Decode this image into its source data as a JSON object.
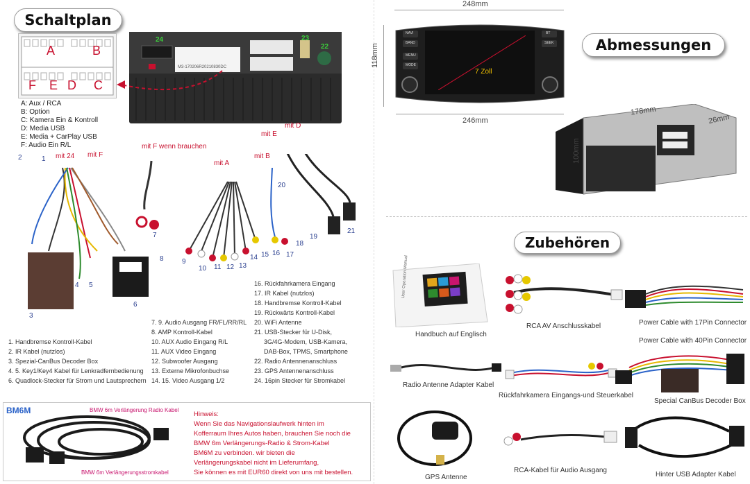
{
  "headers": {
    "schaltplan": "Schaltplan",
    "abmessungen": "Abmessungen",
    "zubehoeren": "Zubehören"
  },
  "connector_letters": [
    "A",
    "B",
    "F",
    "E",
    "D",
    "C"
  ],
  "unit_numbers": {
    "n24": "24",
    "n23": "23",
    "n22": "22"
  },
  "unit_label_text": "M3-170206R20210830DC",
  "legend": [
    "A: Aux / RCA",
    "B: Option",
    "C: Kamera Ein & Kontroll",
    "D: Media USB",
    "E: Media + CarPlay USB",
    "F: Audio Ein R/L"
  ],
  "cable_labels": {
    "mit_f_wenn": "mit F wenn brauchen",
    "mit24": "mit 24",
    "mitF": "mit  F",
    "mitA": "mit A",
    "mitB": "mit B",
    "mitE": "mit E",
    "mitD": "mit D"
  },
  "cable_numbers": [
    "1",
    "2",
    "3",
    "4",
    "5",
    "6",
    "7",
    "8",
    "9",
    "10",
    "11",
    "12",
    "13",
    "14",
    "15",
    "16",
    "17",
    "18",
    "19",
    "20",
    "21"
  ],
  "desc_col1": [
    "1. Handbremse Kontroll-Kabel",
    "2. IR Kabel (nutzlos)",
    "3. Spezial-CanBus Decoder Box",
    "4. 5. Key1/Key4 Kabel für Lenkradfernbedienung",
    "6. Quadlock-Stecker für Strom und Lautsprechern"
  ],
  "desc_col2": [
    "7. 9. Audio Ausgang FR/FL/RR/RL",
    "8. AMP Kontroll-Kabel",
    "10. AUX Audio Eingang R/L",
    "11. AUX Video Eingang",
    "12. Subwoofer Ausgang",
    "13. Externe Mikrofonbuchse",
    "14. 15. Video Ausgang 1/2"
  ],
  "desc_col3": [
    "16. Rückfahrkamera Eingang",
    "17. IR Kabel (nutzlos)",
    "18. Handbremse Kontroll-Kabel",
    "19. Rückwärts Kontroll-Kabel",
    "20. WiFi Antenne",
    "21. USB-Stecker für U-Disk,",
    "3G/4G-Modem, USB-Kamera,",
    "DAB-Box, TPMS, Smartphone",
    "22. Radio Antennenanschluss",
    "23. GPS Antennenanschluss",
    "24. 16pin Stecker für Stromkabel"
  ],
  "bm6m": {
    "title": "BM6M",
    "radio_label": "BMW 6m Verlängerung Radio Kabel",
    "strom_label": "BMW 6m Verlängerungsstromkabel"
  },
  "hinweis": [
    "Hinweis:",
    "Wenn Sie das Navigationslaufwerk hinten im",
    "Kofferraum Ihres Autos haben, brauchen Sie noch die",
    "BMW 6m Verlängerungs-Radio & Strom-Kabel",
    "BM6M zu verbinden. wir bieten die",
    "Verlängerungskabel nicht im Lieferumfang,",
    "Sie können es mit EUR60 direkt von uns mit bestellen."
  ],
  "dimensions": {
    "w248": "248mm",
    "h118": "118mm",
    "zoll": "7 Zoll",
    "w246": "246mm",
    "w178": "178mm",
    "h100": "100mm",
    "d26": "26mm"
  },
  "radio_buttons": [
    "NAVI",
    "BAND",
    "MENU",
    "MODE",
    "BT",
    "SEEK"
  ],
  "accessories": {
    "manual": "Handbuch auf Englisch",
    "manual_cover": "User Operation Manual",
    "rca": "RCA AV Anschlusskabel",
    "power17": "Power Cable with 17Pin Connector",
    "power40": "Power Cable with 40Pin Connector",
    "radio_ant": "Radio Antenne Adapter Kabel",
    "rueck": "Rückfahrkamera Eingangs-und Steuerkabel",
    "canbus": "Special CanBus Decoder Box",
    "gps": "GPS Antenne",
    "rca_audio": "RCA-Kabel für Audio Ausgang",
    "usb": "Hinter USB Adapter Kabel"
  },
  "colors": {
    "red": "#c8102e",
    "blue": "#2a3f8f",
    "pink": "#c8156e",
    "unit_dark": "#2b2b2b"
  }
}
